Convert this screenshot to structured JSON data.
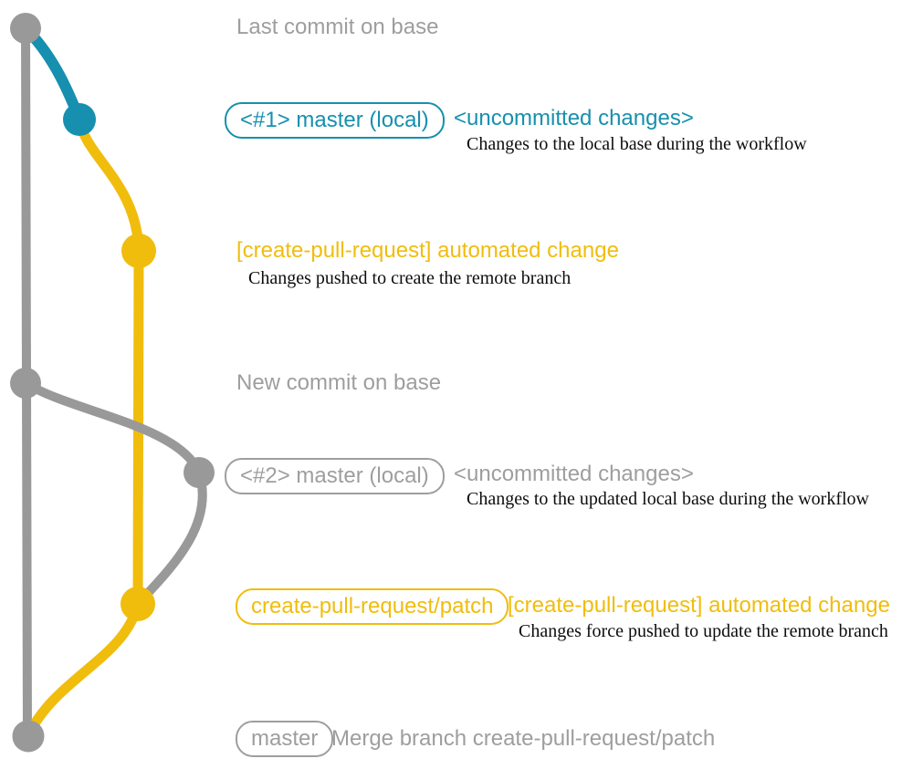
{
  "colors": {
    "blue": "#1690ae",
    "yellow": "#f0bd0d",
    "graph_gray": "#999999",
    "text_gray": "#9e9e9e",
    "body_text": "#0d0d0d"
  },
  "graph": {
    "nodes": [
      {
        "name": "commit-last-base",
        "color": "gray"
      },
      {
        "name": "commit-local-1",
        "color": "blue"
      },
      {
        "name": "commit-remote-1",
        "color": "yellow"
      },
      {
        "name": "commit-new-base",
        "color": "gray"
      },
      {
        "name": "commit-local-2",
        "color": "gray"
      },
      {
        "name": "commit-remote-2",
        "color": "yellow"
      },
      {
        "name": "commit-merge",
        "color": "gray"
      }
    ]
  },
  "sections": {
    "last_commit": {
      "heading": "Last commit on base"
    },
    "local_1": {
      "badge": "<#1> master (local)",
      "tag": "<uncommitted changes>",
      "note": "Changes to the local base during the workflow"
    },
    "push_1": {
      "heading": "[create-pull-request] automated change",
      "note": "Changes pushed to create the remote branch"
    },
    "new_commit": {
      "heading": "New commit on base"
    },
    "local_2": {
      "badge": "<#2> master (local)",
      "tag": "<uncommitted changes>",
      "note": "Changes to the updated local base during the workflow"
    },
    "push_2": {
      "badge": "create-pull-request/patch",
      "heading": "[create-pull-request] automated change",
      "note": "Changes force pushed to update the remote branch"
    },
    "merge": {
      "badge": "master",
      "heading": "Merge branch create-pull-request/patch"
    }
  }
}
